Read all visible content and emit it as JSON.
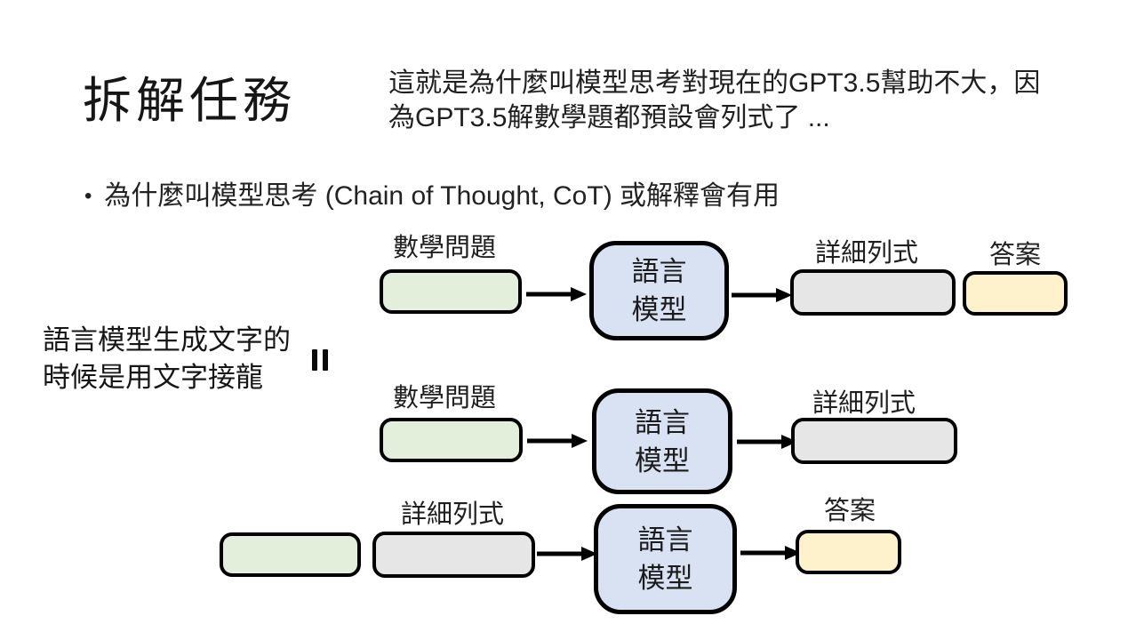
{
  "slide": {
    "title": "拆解任務",
    "note": {
      "line1": "這就是為什麼叫模型思考對現在的GPT3.5幫助不大，因",
      "line2": "為GPT3.5解數學題都預設會列式了 ..."
    },
    "bullet": {
      "marker": "•",
      "text": "為什麼叫模型思考 (Chain of Thought, CoT) 或解釋會有用"
    },
    "side_note": {
      "line1": "語言模型生成文字的",
      "line2": "時候是用文字接龍"
    }
  },
  "diagram": {
    "model_box": {
      "line1": "語言",
      "line2": "模型"
    },
    "labels": {
      "math_problem": "數學問題",
      "detailed_steps": "詳細列式",
      "answer": "答案"
    }
  },
  "colors": {
    "input_box_fill": "#e3efda",
    "model_box_fill": "#d9e2f3",
    "steps_box_fill": "#e7e6e6",
    "answer_box_fill": "#fdf2cc",
    "box_border": "#000000",
    "text": "#1b1b1b",
    "background": "#ffffff"
  }
}
